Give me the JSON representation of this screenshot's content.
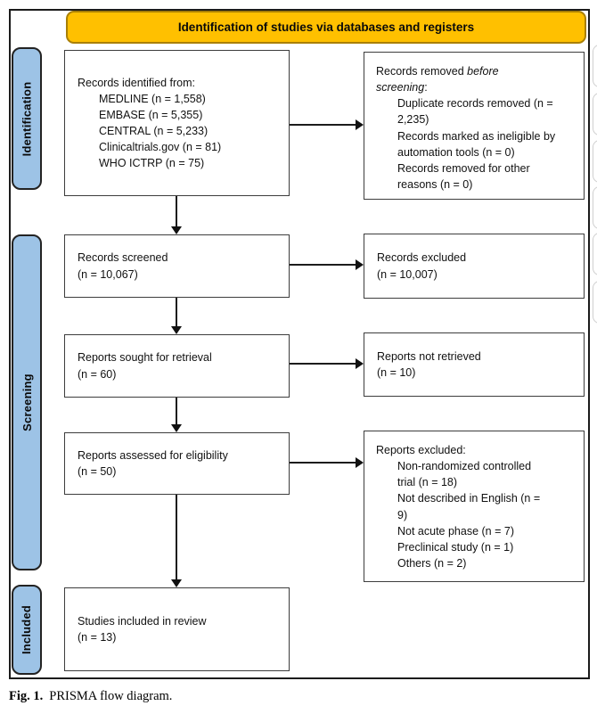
{
  "header": {
    "title": "Identification of studies via databases and registers",
    "bg_color": "#FFC000"
  },
  "stages": [
    {
      "label": "Identification"
    },
    {
      "label": "Screening"
    },
    {
      "label": "Included"
    }
  ],
  "stage_color": "#9DC3E6",
  "boxes": {
    "identified": {
      "intro": "Records identified from:",
      "items": [
        "MEDLINE (n = 1,558)",
        "EMBASE (n = 5,355)",
        "CENTRAL (n = 5,233)",
        "Clinicaltrials.gov (n = 81)",
        "WHO ICTRP (n = 75)"
      ]
    },
    "removed": {
      "intro_pre": "Records removed ",
      "intro_em": "before screening",
      "intro_post": ":",
      "items": [
        "Duplicate records removed (n = 2,235)",
        "Records marked as ineligible by automation tools (n = 0)",
        "Records removed for other reasons (n = 0)"
      ]
    },
    "screened": {
      "line1": "Records screened",
      "line2": "(n = 10,067)"
    },
    "excluded": {
      "line1": "Records excluded",
      "line2": "(n = 10,007)"
    },
    "sought": {
      "line1": "Reports sought for retrieval",
      "line2": "(n = 60)"
    },
    "not_retrieved": {
      "line1": "Reports not retrieved",
      "line2": "(n = 10)"
    },
    "assessed": {
      "line1": "Reports assessed for eligibility",
      "line2": "(n = 50)"
    },
    "reports_excluded": {
      "intro": "Reports excluded:",
      "items": [
        "Non-randomized controlled trial (n = 18)",
        "Not described in English (n = 9)",
        "Not acute phase (n = 7)",
        "Preclinical study (n = 1)",
        "Others (n = 2)"
      ]
    },
    "included_box": {
      "line1": "Studies included in review",
      "line2": "(n = 13)"
    }
  },
  "caption": {
    "label": "Fig. 1.",
    "text": "PRISMA flow diagram."
  }
}
